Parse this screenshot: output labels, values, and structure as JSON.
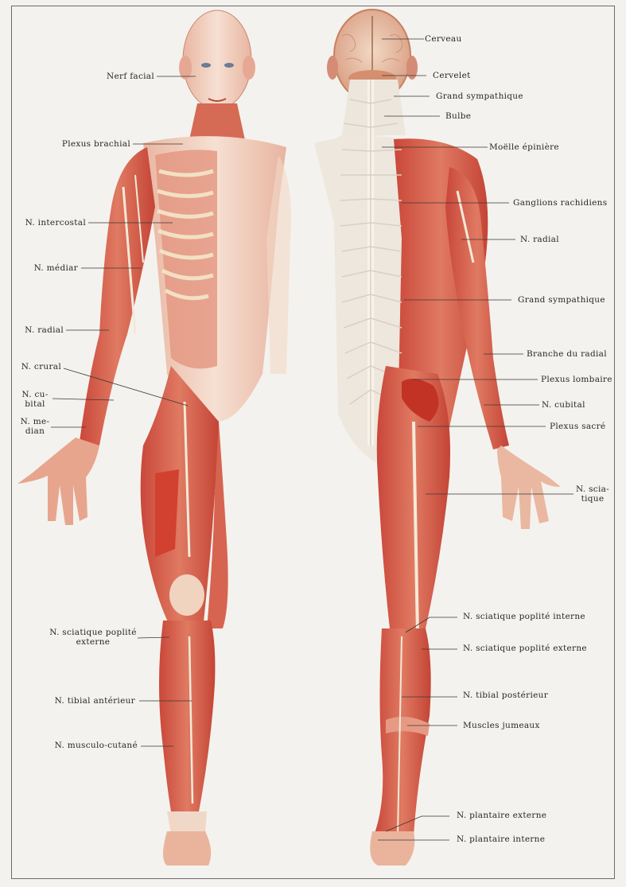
{
  "plate": {
    "background": "#f4f2ee",
    "muscle_color": "#d9604c",
    "muscle_dark": "#b8352a",
    "skin_color": "#f0d2c0",
    "nerve_color": "#f6efe2",
    "frame_color": "#6d6b68"
  },
  "front_figure": {
    "labels": [
      {
        "id": "nerf-facial",
        "text": "Nerf facial"
      },
      {
        "id": "plexus-brachial",
        "text": "Plexus brachial"
      },
      {
        "id": "n-intercostal",
        "text": "N. intercostal"
      },
      {
        "id": "n-mediar",
        "text": "N. médiar"
      },
      {
        "id": "n-radial",
        "text": "N. radial"
      },
      {
        "id": "n-crural",
        "text": "N. crural"
      },
      {
        "id": "n-cubital",
        "line1": "N. cu-",
        "line2": "bital"
      },
      {
        "id": "n-median",
        "line1": "N. me-",
        "line2": "dian"
      },
      {
        "id": "n-sciatique-poplite-externe",
        "line1": "N. sciatique poplité",
        "line2": "externe"
      },
      {
        "id": "n-tibial-anterieur",
        "text": "N. tibial antérieur"
      },
      {
        "id": "n-musculo-cutane",
        "text": "N. musculo-cutané"
      }
    ]
  },
  "back_figure": {
    "labels": [
      {
        "id": "cerveau",
        "text": "Cerveau"
      },
      {
        "id": "cervelet",
        "text": "Cervelet"
      },
      {
        "id": "grand-sympathique-1",
        "text": "Grand sympathique"
      },
      {
        "id": "bulbe",
        "text": "Bulbe"
      },
      {
        "id": "moelle-epiniere",
        "text": "Moëlle épinière"
      },
      {
        "id": "ganglions-rachidiens",
        "text": "Ganglions rachidiens"
      },
      {
        "id": "n-radial-back",
        "text": "N. radial"
      },
      {
        "id": "grand-sympathique-2",
        "text": "Grand sympathique"
      },
      {
        "id": "branche-du-radial",
        "text": "Branche du radial"
      },
      {
        "id": "plexus-lombaire",
        "text": "Plexus lombaire"
      },
      {
        "id": "n-cubital-back",
        "text": "N. cubital"
      },
      {
        "id": "plexus-sacre",
        "text": "Plexus sacré"
      },
      {
        "id": "n-sciatique",
        "line1": "N. scia-",
        "line2": "tique"
      },
      {
        "id": "n-sciatique-poplite-interne",
        "text": "N. sciatique poplité interne"
      },
      {
        "id": "n-sciatique-poplite-externe-back",
        "text": "N. sciatique poplité externe"
      },
      {
        "id": "n-tibial-posterieur",
        "text": "N. tibial postérieur"
      },
      {
        "id": "muscles-jumeaux",
        "text": "Muscles jumeaux"
      },
      {
        "id": "n-plantaire-externe",
        "text": "N. plantaire externe"
      },
      {
        "id": "n-plantaire-interne",
        "text": "N. plantaire interne"
      }
    ]
  }
}
